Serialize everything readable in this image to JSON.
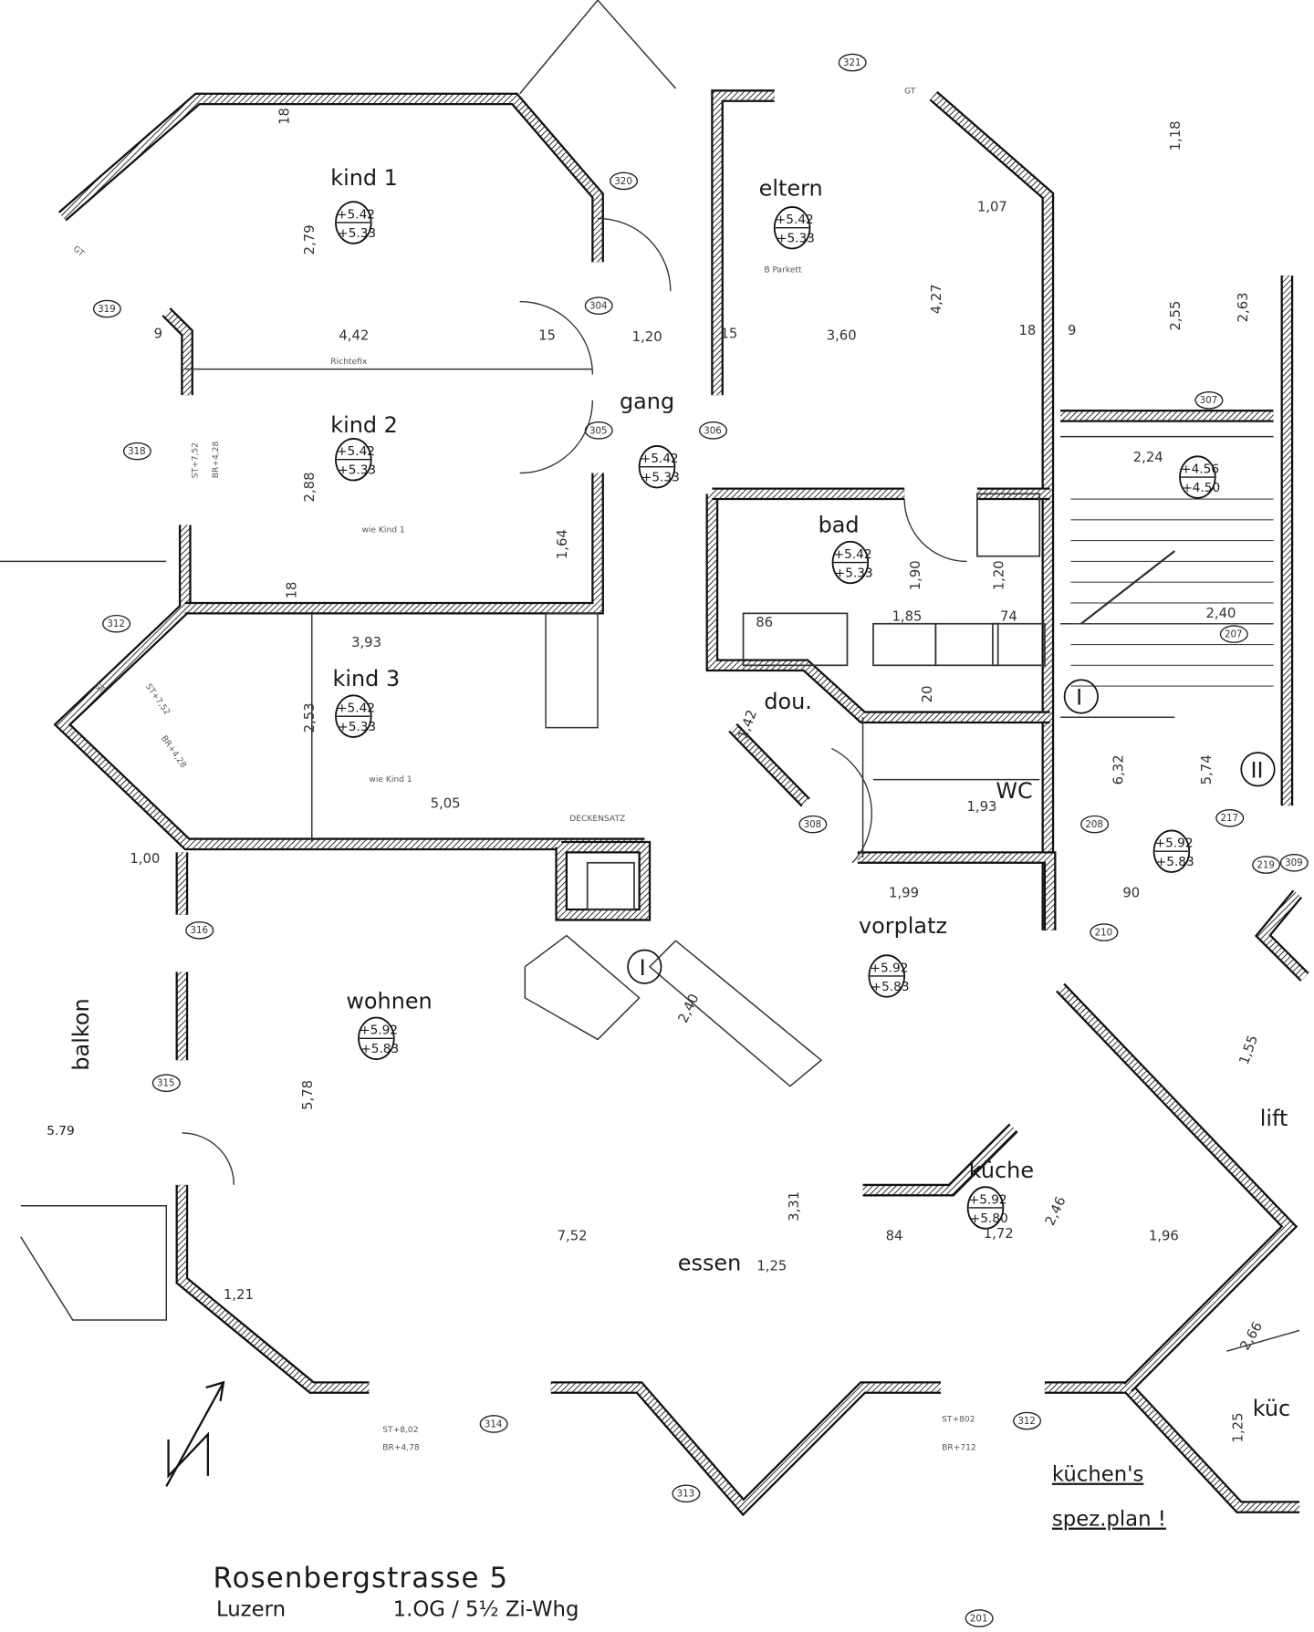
{
  "plan": {
    "title": "Rosenbergstrasse 5",
    "subtitle_city": "Luzern",
    "subtitle_floor": "1.OG / 5½ Zi-Whg",
    "note_line1": "küchen's",
    "note_line2": "spez.plan !",
    "north_label": "N"
  },
  "rooms": [
    {
      "name": "kind 1",
      "level_top": "+5.42",
      "level_bottom": "+5.33"
    },
    {
      "name": "eltern",
      "level_top": "+5.42",
      "level_bottom": "+5.33"
    },
    {
      "name": "gang",
      "level_top": "+5.42",
      "level_bottom": "+5.33"
    },
    {
      "name": "kind 2",
      "level_top": "+5.42",
      "level_bottom": "+5.33"
    },
    {
      "name": "bad",
      "level_top": "+5.42",
      "level_bottom": "+5.33"
    },
    {
      "name": "kind 3",
      "level_top": "+5.42",
      "level_bottom": "+5.33"
    },
    {
      "name": "vorplatz",
      "level_top": "+5.92",
      "level_bottom": "+5.83"
    },
    {
      "name": "wohnen",
      "level_top": "+5.92",
      "level_bottom": "+5.83"
    },
    {
      "name": "küche",
      "level_top": "+5.92",
      "level_bottom": "+5.80"
    },
    {
      "name": "",
      "level_top": "+4.56",
      "level_bottom": "+4.50"
    },
    {
      "name": "",
      "level_top": "+5.92",
      "level_bottom": "+5.83"
    }
  ],
  "labels": [
    "dou.",
    "WC",
    "essen",
    "balkon",
    "lift",
    "küc",
    "I",
    "II",
    "I",
    "5.79",
    "DECKENSATZ",
    "B Parkett",
    "wie Kind 1",
    "wie Kind 1",
    "Richtefix"
  ],
  "dimensions": [
    "4,42",
    "1,20",
    "3,60",
    "4,27",
    "18",
    "9",
    "2,55",
    "2,63",
    "1,18",
    "2,79",
    "2,88",
    "3,93",
    "2,53",
    "5,05",
    "5,78",
    "7,52",
    "3,31",
    "2,40",
    "6,32",
    "5,74",
    "1,85",
    "86",
    "74",
    "1,99",
    "90",
    "1,72",
    "2,46",
    "1,96",
    "84",
    "1,55",
    "2,24",
    "2,40",
    "1,42",
    "15",
    "15",
    "18",
    "18",
    "9",
    "1,07",
    "1,25",
    "1,25",
    "1,00",
    "1,21",
    "2,66",
    "20",
    "1,90",
    "1,20",
    "1,64",
    "1,93"
  ],
  "room_numbers": [
    "321",
    "320",
    "319",
    "318",
    "312",
    "316",
    "315",
    "314",
    "313",
    "312",
    "307",
    "306",
    "305",
    "304",
    "308",
    "207",
    "208",
    "217",
    "219",
    "210",
    "201",
    "309"
  ],
  "annotations": [
    "ST+8,02",
    "BR+4,78",
    "ST+802",
    "BR+712",
    "ST+7,52",
    "BR+4,28",
    "ST+7,52",
    "BR+4,28",
    "GT",
    "GT",
    "GT"
  ],
  "colors": {
    "ink": "#1a1a1a",
    "paper": "#ffffff"
  }
}
